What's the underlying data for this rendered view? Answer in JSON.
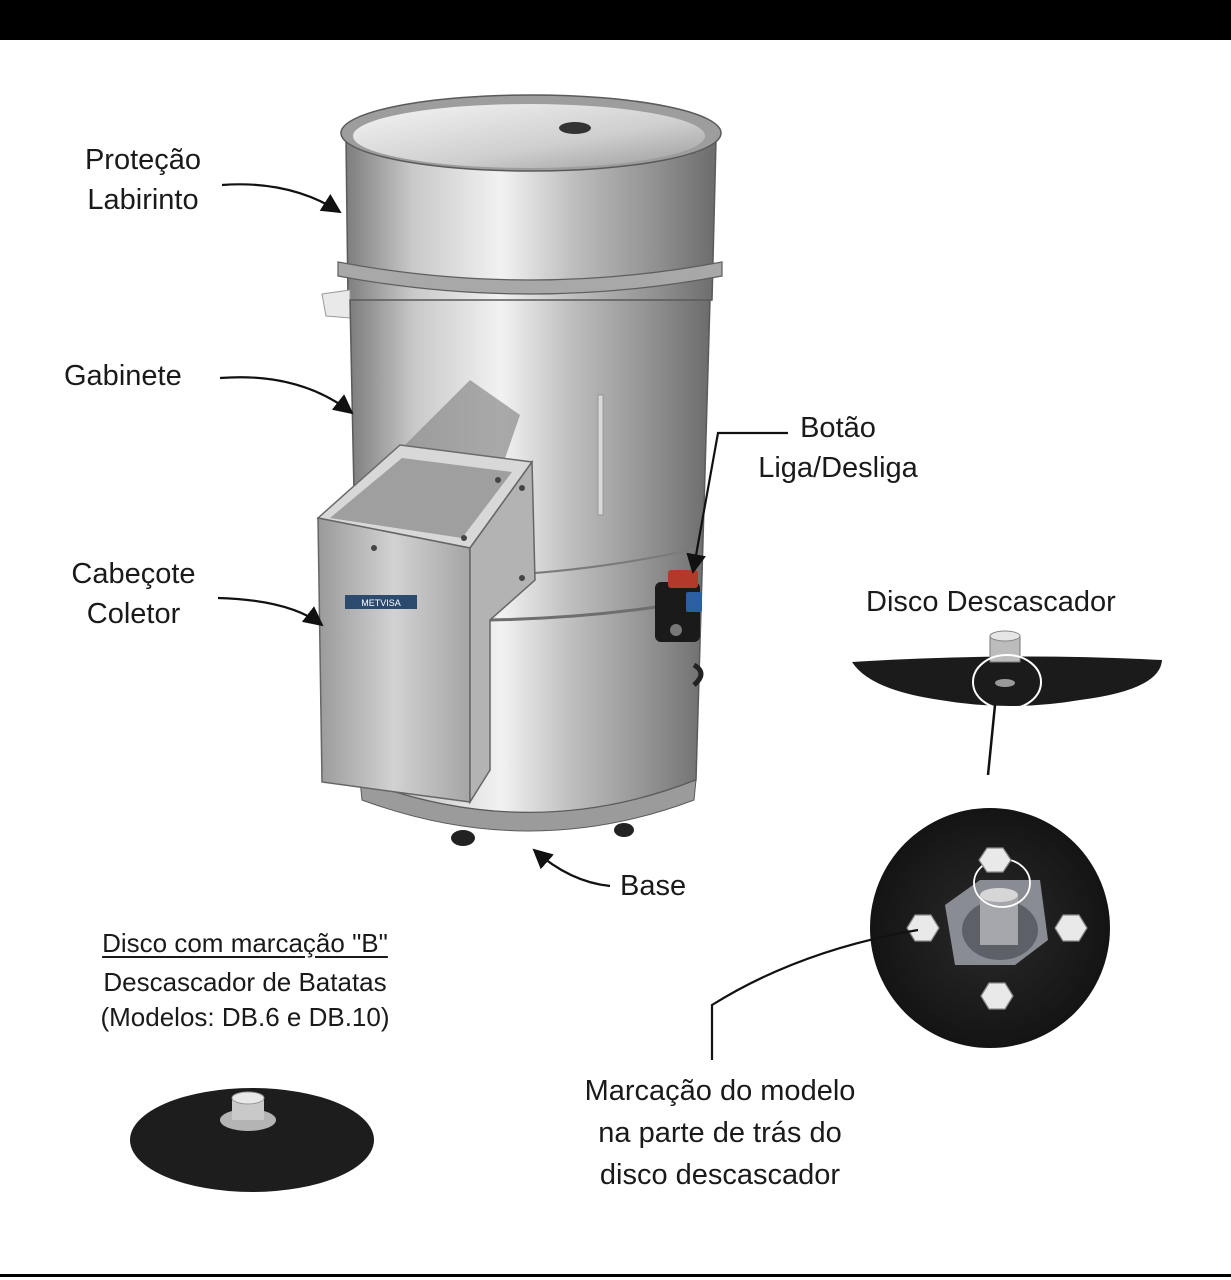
{
  "labels": {
    "protecao_line1": "Proteção",
    "protecao_line2": "Labirinto",
    "gabinete": "Gabinete",
    "botao_line1": "Botão",
    "botao_line2": "Liga/Desliga",
    "cabecote_line1": "Cabeçote",
    "cabecote_line2": "Coletor",
    "disco_descascador": "Disco Descascador",
    "base": "Base",
    "marcacao_line1": "Marcação do modelo",
    "marcacao_line2": "na parte de trás do",
    "marcacao_line3": "disco descascador"
  },
  "caption": {
    "title": "Disco com marcação \"B\"",
    "line1": "Descascador de Batatas",
    "line2": "(Modelos: DB.6 e DB.10)"
  },
  "brand_plate": "METVISA",
  "colors": {
    "steel_light": "#ececec",
    "steel_mid": "#b8b8b8",
    "steel_dark": "#7a7a7a",
    "disc": "#1c1c1c"
  }
}
